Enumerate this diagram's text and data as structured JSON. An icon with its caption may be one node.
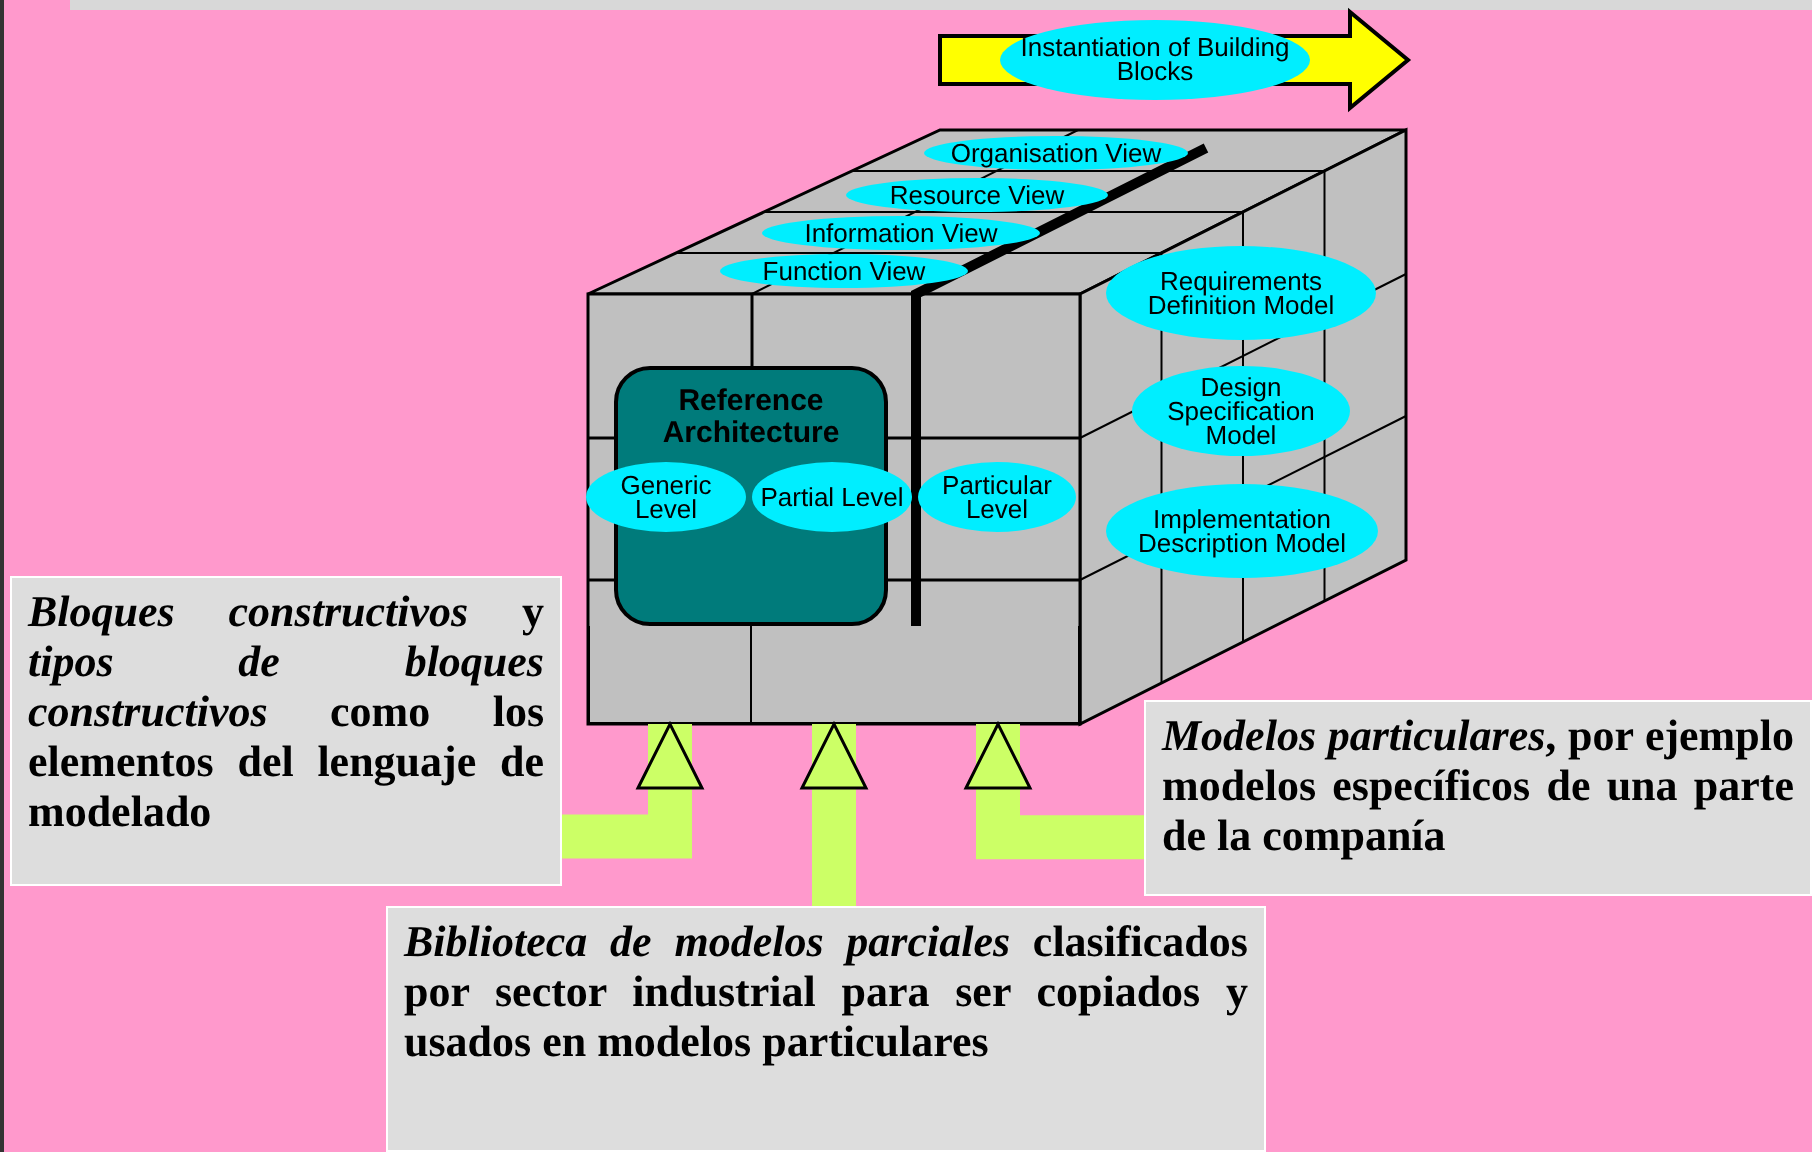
{
  "diagram": {
    "nodes": [
      {
        "text": [
          "Instantiation of Building Blocks"
        ]
      },
      {
        "text": [
          "Organisation View"
        ]
      },
      {
        "text": [
          "Resource View"
        ]
      },
      {
        "text": [
          "Information View"
        ]
      },
      {
        "text": [
          "Function View"
        ]
      },
      {
        "text": [
          "Requirements Definition Model"
        ]
      },
      {
        "text": [
          "Design Specification Model"
        ]
      },
      {
        "text": [
          "Implementation Description Model"
        ]
      },
      {
        "text": [],
        "shape": "box"
      },
      {
        "text": [],
        "shape": "box"
      },
      {
        "text": [],
        "shape": "box"
      },
      {
        "text": [
          "Reference Architecture"
        ]
      },
      {
        "text": [
          "Generic Level"
        ]
      },
      {
        "text": [
          "Partial Level"
        ]
      },
      {
        "text": [
          "Particular Level"
        ]
      },
      {
        "text": [
          "*Bloques constructivos* y *tipos de bloques constructivos* como los elementos del lenguaje de modelado"
        ]
      },
      {
        "text": [
          "*Biblioteca de modelos parciales* clasificados por sector industrial para ser copiados y usados en modelos particulares"
        ]
      },
      {
        "text": [
          "*Modelos particulares*, por ejemplo modelos específicos de una parte de la companía"
        ]
      }
    ],
    "edges": [
      {
        "from": 15,
        "to": 8,
        "arrow": "to"
      },
      {
        "from": 16,
        "to": 9,
        "arrow": "to"
      },
      {
        "from": 17,
        "to": 10,
        "arrow": "to"
      }
    ]
  }
}
